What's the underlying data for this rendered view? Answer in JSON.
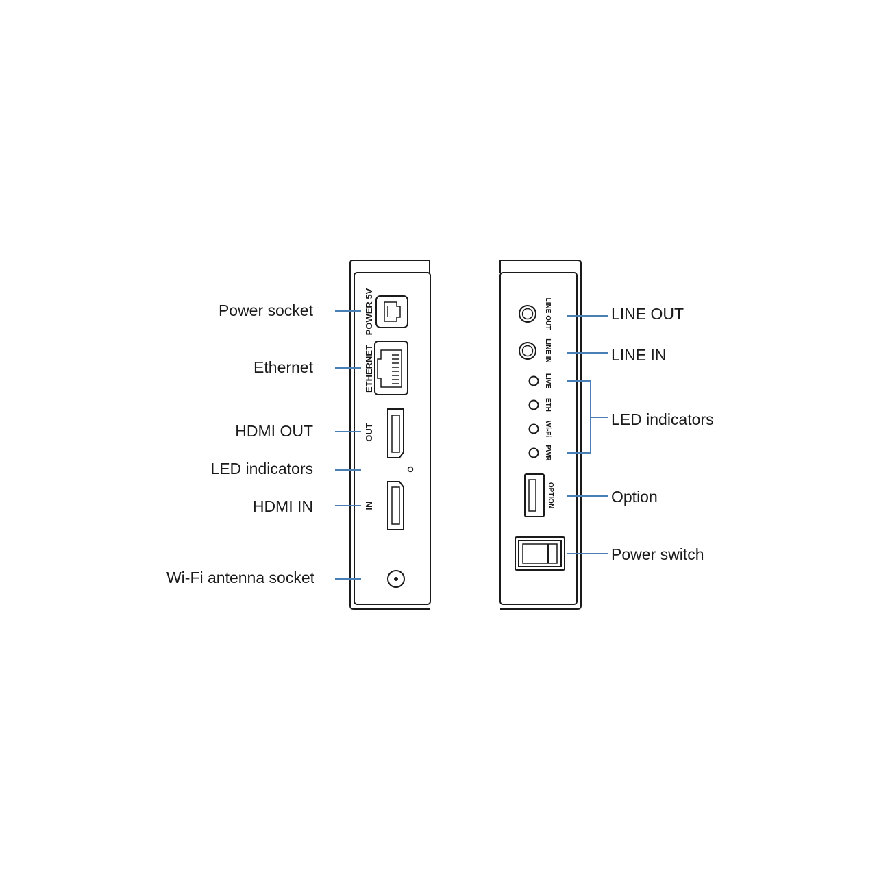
{
  "device_front": {
    "port_labels": {
      "power": "POWER 5V",
      "ethernet": "ETHERNET",
      "hdmi_out": "OUT",
      "hdmi_in": "IN"
    }
  },
  "device_rear": {
    "port_labels": {
      "line_out": "LINE OUT",
      "line_in": "LINE IN",
      "led_live": "LIVE",
      "led_eth": "ETH",
      "led_wifi": "Wi-Fi",
      "led_pwr": "PWR",
      "option": "OPTION"
    }
  },
  "callouts_left": {
    "power_socket": "Power socket",
    "ethernet": "Ethernet",
    "hdmi_out": "HDMI OUT",
    "led_indicators": "LED indicators",
    "hdmi_in": "HDMI IN",
    "wifi_antenna": "Wi-Fi antenna socket"
  },
  "callouts_right": {
    "line_out": "LINE OUT",
    "line_in": "LINE IN",
    "led_indicators": "LED indicators",
    "option": "Option",
    "power_switch": "Power switch"
  },
  "colors": {
    "leader_line": "#4a7fb5",
    "outline": "#1a1a1a"
  }
}
